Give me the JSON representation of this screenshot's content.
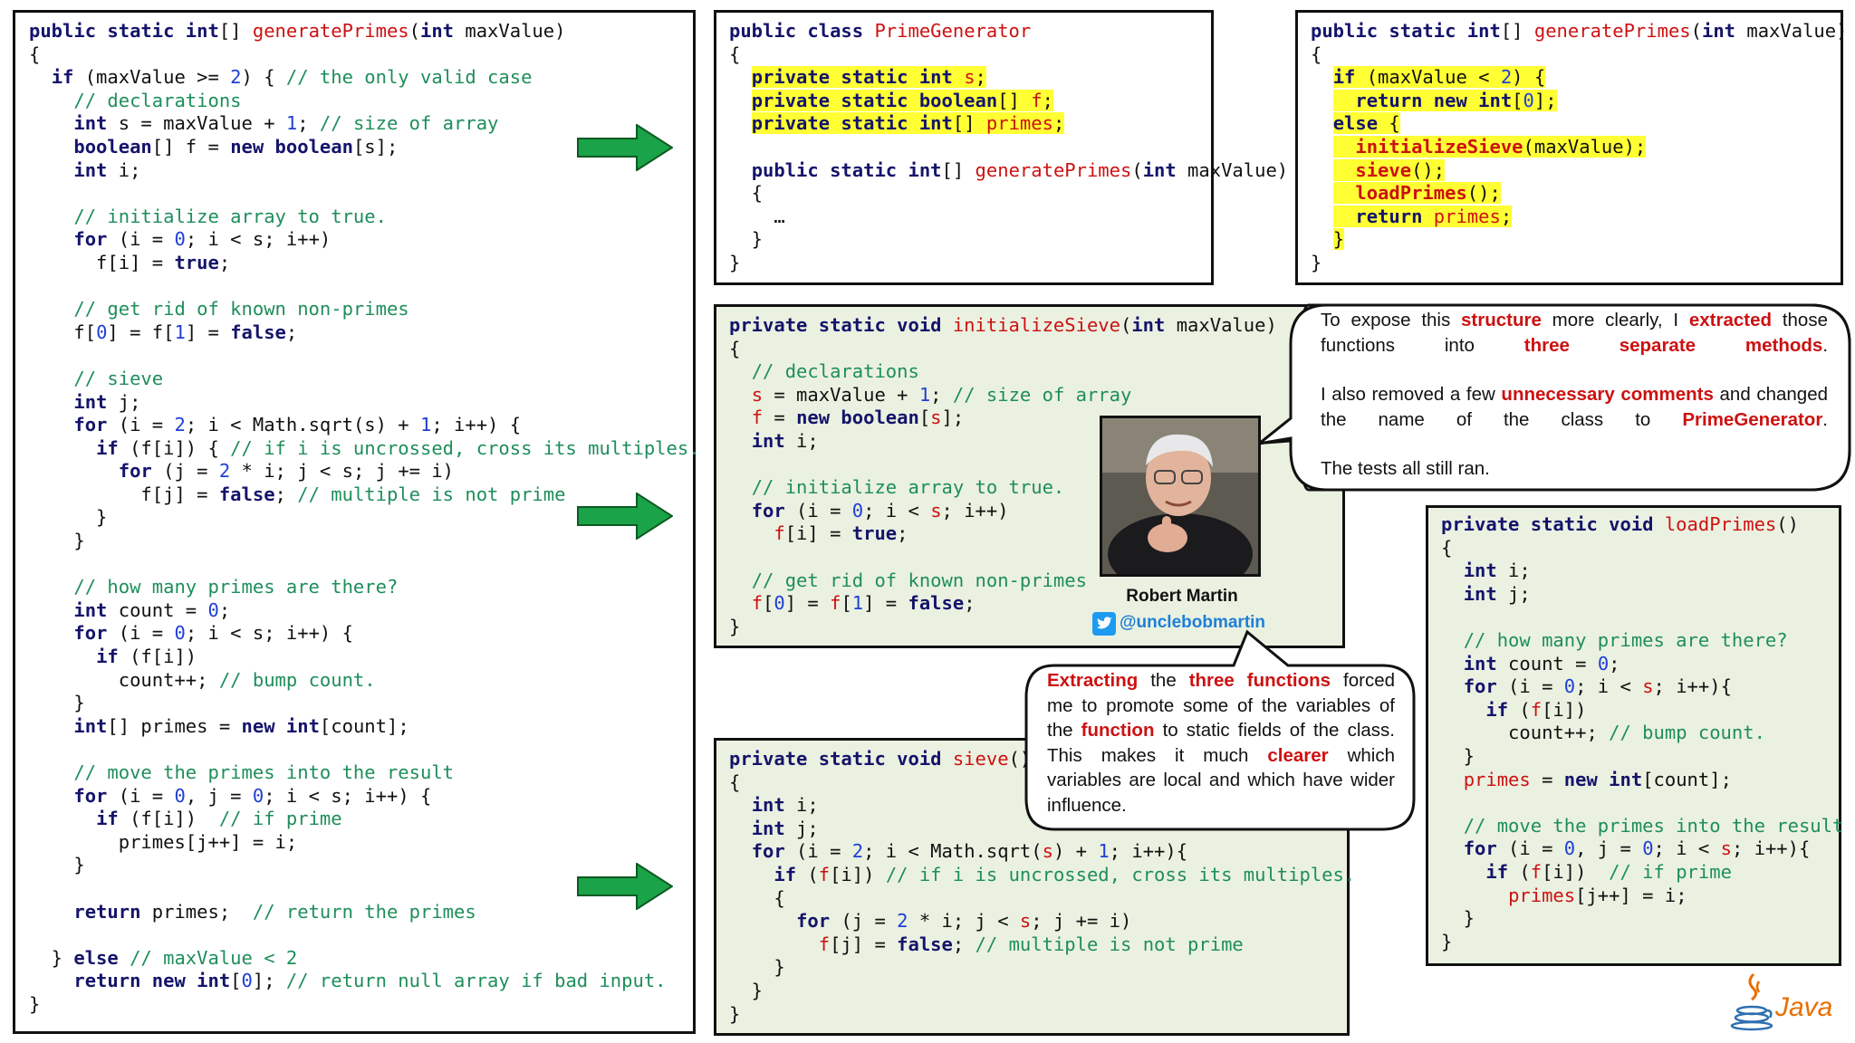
{
  "colors": {
    "keyword": "#14146b",
    "method": "#cc1111",
    "number": "#1f3fd6",
    "comment": "#1e8e5a",
    "highlight": "#ffff33",
    "panel_background": "#ebf1e1",
    "arrow": "#1aa348"
  },
  "callout_top": {
    "parts": [
      "To expose this ",
      "structure",
      " more clearly, I ",
      "extracted",
      " those functions into ",
      "three separate methods",
      "."
    ],
    "parts2": [
      "I also removed a few ",
      "unnecessary comments",
      " and changed the name of the class to ",
      "PrimeGenerator",
      "."
    ],
    "line3": "The tests all still ran."
  },
  "callout_bottom": {
    "parts": [
      "Extracting",
      " the ",
      "three functions",
      " forced me to promote some of the variables of the ",
      "function",
      " to static fields of the class. This makes it much ",
      "clearer",
      " which variables are local and which have wider influence."
    ]
  },
  "author": {
    "name": "Robert Martin",
    "handle": "@unclebobmartin",
    "icon": "twitter-bird-icon",
    "photo": "author-portrait"
  },
  "logo": {
    "label": "Java",
    "icon": "java-coffee-cup-icon"
  },
  "arrows": [
    "right-arrow-icon",
    "right-arrow-icon",
    "right-arrow-icon"
  ]
}
